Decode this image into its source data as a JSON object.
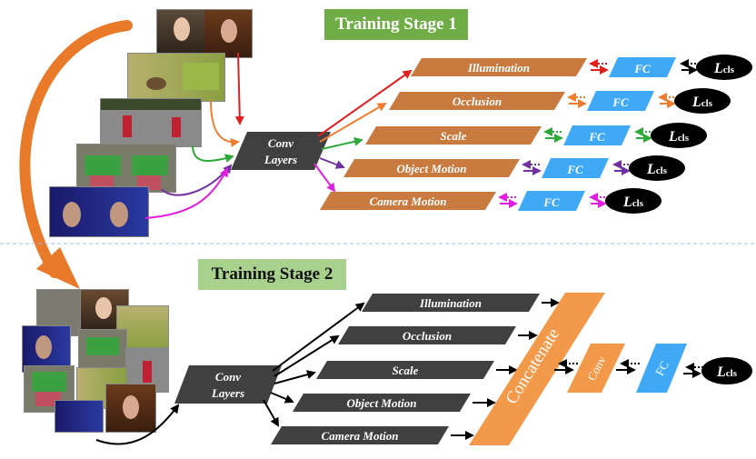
{
  "stage1": {
    "title": "Training Stage 1",
    "conv_line1": "Conv",
    "conv_line2": "Layers",
    "branches": [
      "Illumination",
      "Occlusion",
      "Scale",
      "Object Motion",
      "Camera Motion"
    ],
    "fc_label": "FC",
    "loss_main": "L",
    "loss_sub": "cls"
  },
  "stage2": {
    "title": "Training Stage 2",
    "conv_line1": "Conv",
    "conv_line2": "Layers",
    "branches": [
      "Illumination",
      "Occlusion",
      "Scale",
      "Object Motion",
      "Camera Motion"
    ],
    "concat_label": "Concatenate",
    "conv_label": "Conv",
    "fc_label": "FC",
    "loss_main": "L",
    "loss_sub": "cls"
  },
  "colors": {
    "stage1_badge": "#70ad47",
    "stage2_badge": "#a9d18e",
    "branch_box": "#c87a3f",
    "dark_box": "#404040",
    "fc_box": "#3fa9f5",
    "concat_box": "#f39a4a",
    "loss_oval": "#000000",
    "illumination": "#e02020",
    "occlusion": "#ed7d31",
    "scale": "#2eaa3a",
    "object_motion": "#7030a0",
    "camera_motion": "#e020e0",
    "big_arrow": "#e87a2a"
  }
}
